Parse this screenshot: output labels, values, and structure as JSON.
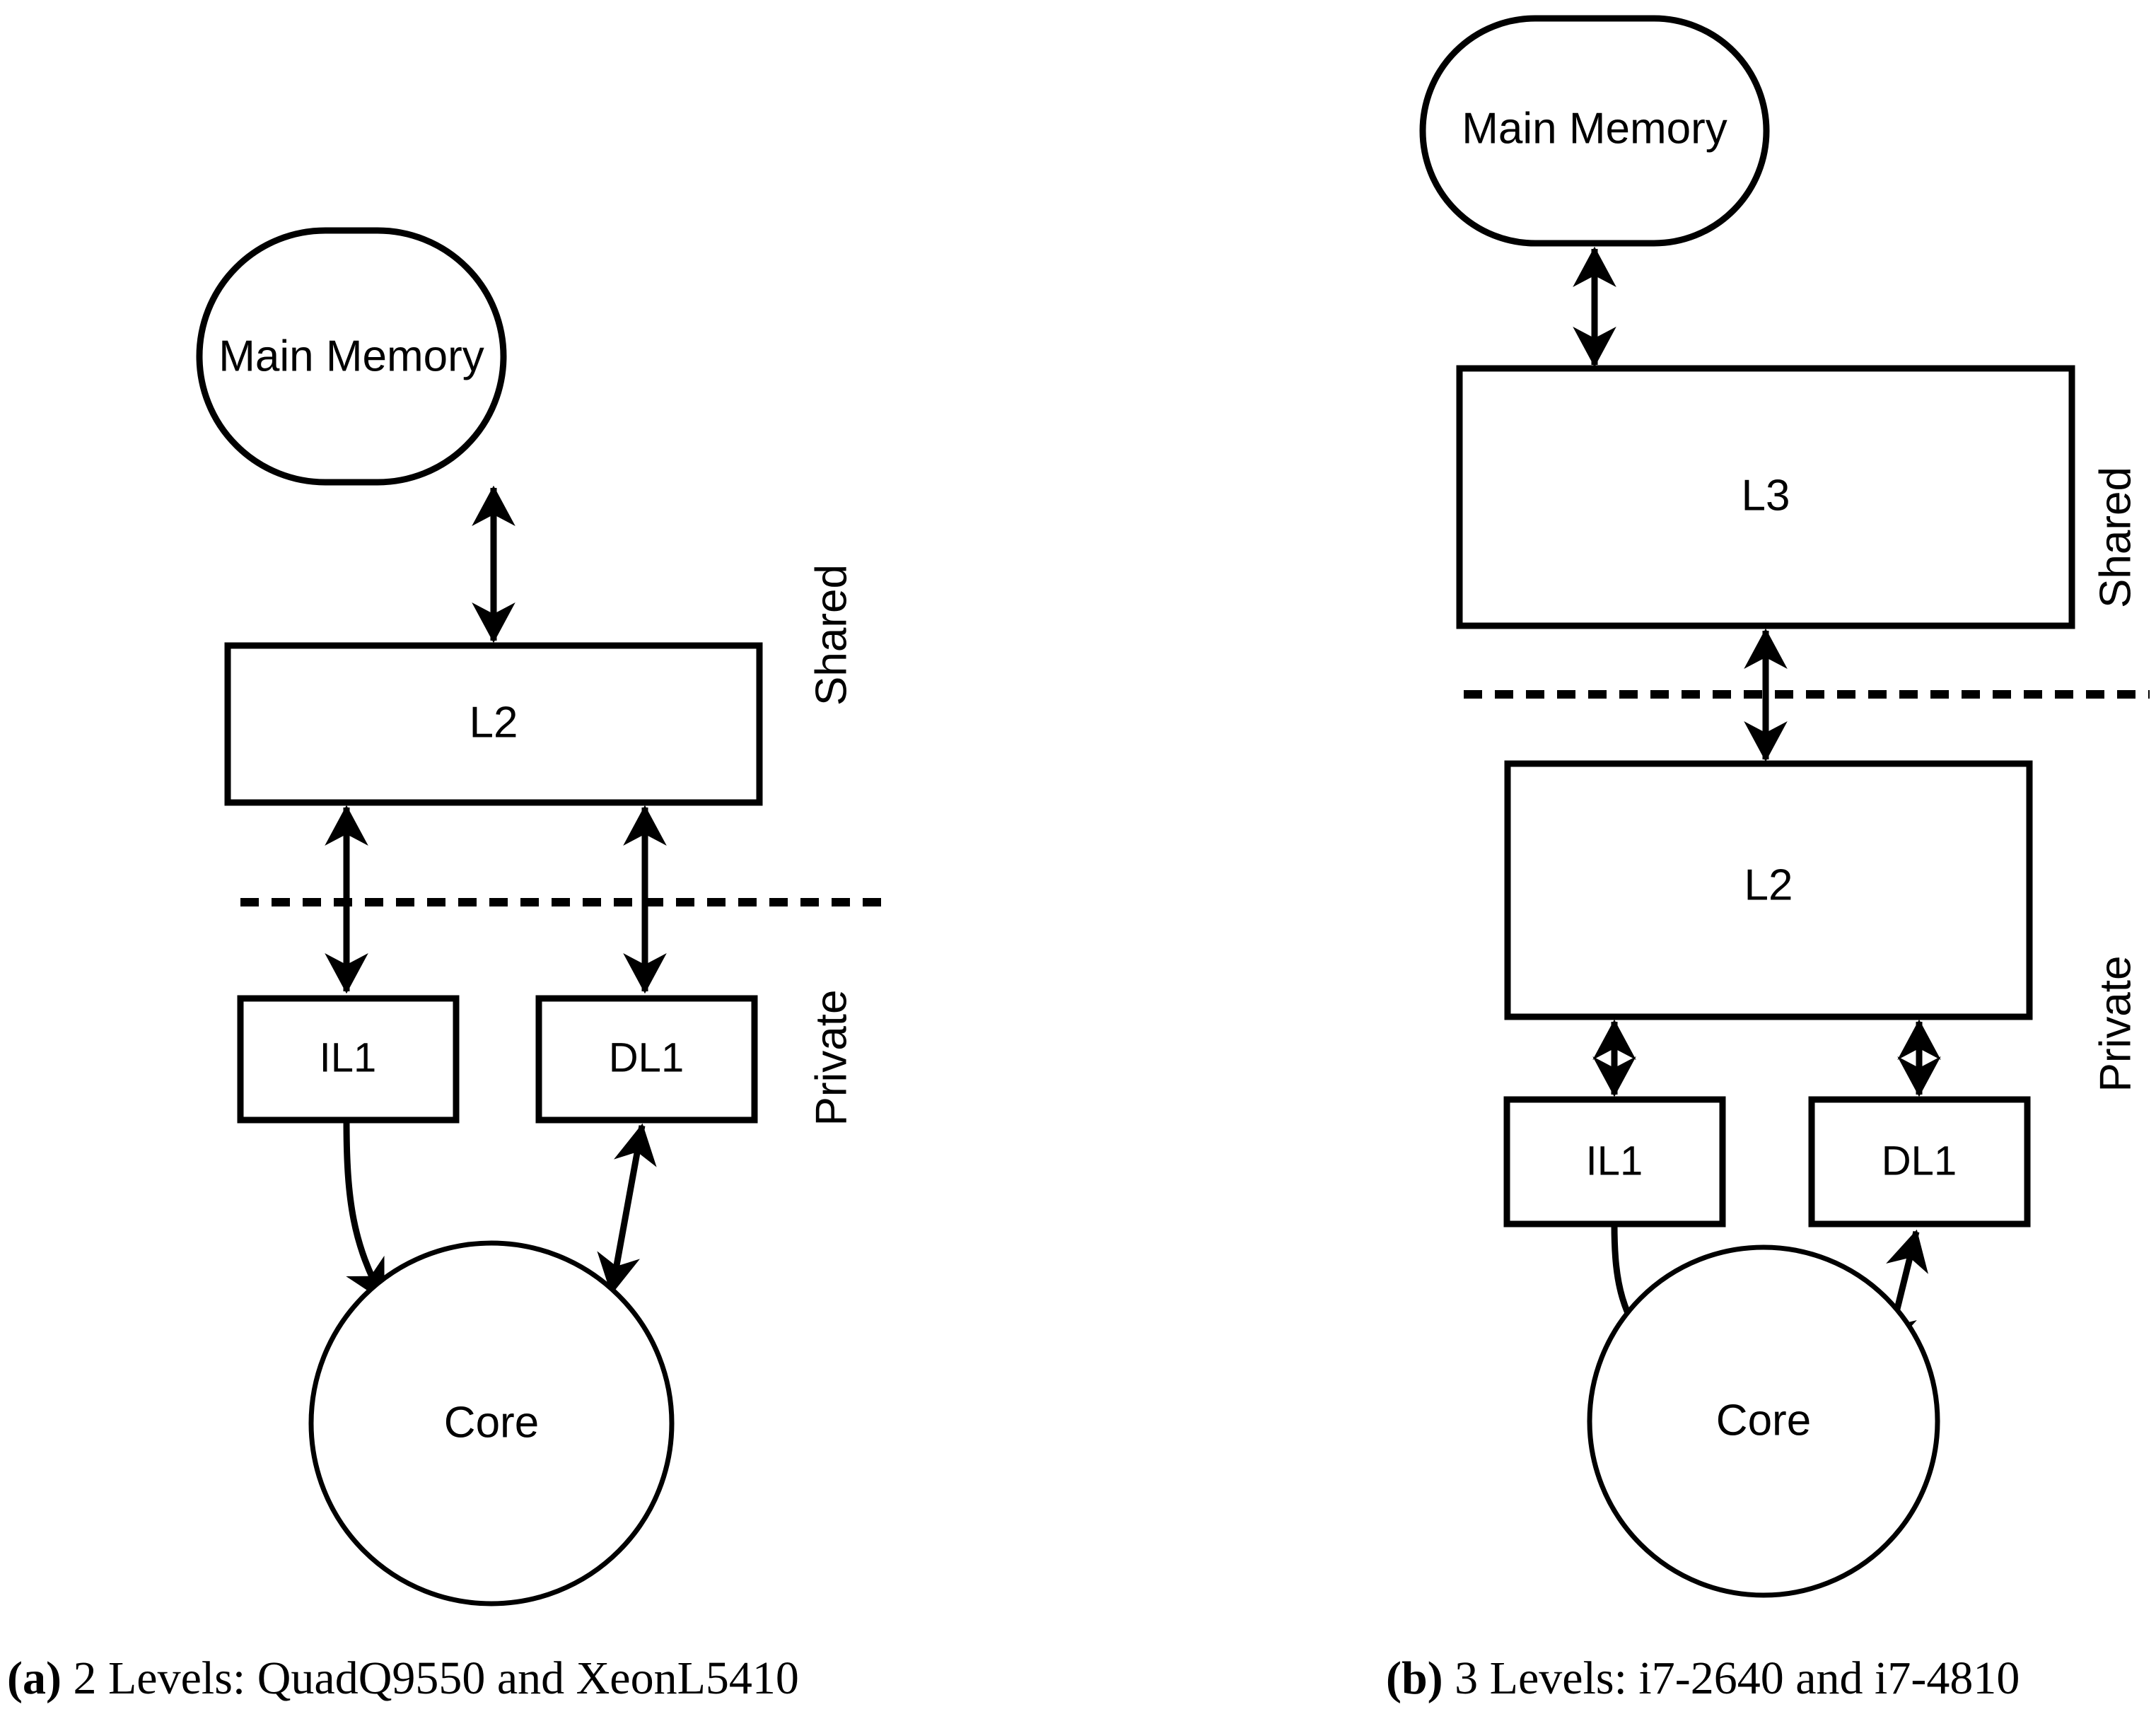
{
  "figure": {
    "type": "diagram",
    "subtype": "cache-hierarchy-block-diagram",
    "background": "#ffffff",
    "stroke_color": "#000000"
  },
  "panels": [
    {
      "id": "panel-a",
      "caption_tag": "(a)",
      "caption_text": " 2 Levels: QuadQ9550 and XeonL5410",
      "divider": {
        "label_above": "Shared",
        "label_below": "Private"
      },
      "nodes": [
        {
          "key": "main_memory",
          "label": "Main Memory",
          "shape": "stadium"
        },
        {
          "key": "l2",
          "label": "L2",
          "shape": "rect"
        },
        {
          "key": "il1",
          "label": "IL1",
          "shape": "rect"
        },
        {
          "key": "dl1",
          "label": "DL1",
          "shape": "rect"
        },
        {
          "key": "core",
          "label": "Core",
          "shape": "circle"
        }
      ],
      "edges": [
        {
          "from": "main_memory",
          "to": "l2",
          "arrow": "double"
        },
        {
          "from": "l2",
          "to": "il1",
          "arrow": "double"
        },
        {
          "from": "l2",
          "to": "dl1",
          "arrow": "double"
        },
        {
          "from": "il1",
          "to": "core",
          "arrow": "single"
        },
        {
          "from": "dl1",
          "to": "core",
          "arrow": "double"
        }
      ]
    },
    {
      "id": "panel-b",
      "caption_tag": "(b)",
      "caption_text": " 3 Levels: i7-2640 and i7-4810",
      "divider": {
        "label_above": "Shared",
        "label_below": "Private"
      },
      "nodes": [
        {
          "key": "main_memory",
          "label": "Main Memory",
          "shape": "stadium"
        },
        {
          "key": "l3",
          "label": "L3",
          "shape": "rect"
        },
        {
          "key": "l2",
          "label": "L2",
          "shape": "rect"
        },
        {
          "key": "il1",
          "label": "IL1",
          "shape": "rect"
        },
        {
          "key": "dl1",
          "label": "DL1",
          "shape": "rect"
        },
        {
          "key": "core",
          "label": "Core",
          "shape": "circle"
        }
      ],
      "edges": [
        {
          "from": "main_memory",
          "to": "l3",
          "arrow": "double"
        },
        {
          "from": "l3",
          "to": "l2",
          "arrow": "double"
        },
        {
          "from": "l2",
          "to": "il1",
          "arrow": "double"
        },
        {
          "from": "l2",
          "to": "dl1",
          "arrow": "double"
        },
        {
          "from": "il1",
          "to": "core",
          "arrow": "single"
        },
        {
          "from": "dl1",
          "to": "core",
          "arrow": "double"
        }
      ]
    }
  ],
  "panel_a": {
    "main_memory_label": "Main Memory",
    "l2_label": "L2",
    "il1_label": "IL1",
    "dl1_label": "DL1",
    "core_label": "Core",
    "shared_label": "Shared",
    "private_label": "Private",
    "caption_tag": "(a)",
    "caption_text": " 2 Levels: QuadQ9550 and XeonL5410"
  },
  "panel_b": {
    "main_memory_label": "Main Memory",
    "l3_label": "L3",
    "l2_label": "L2",
    "il1_label": "IL1",
    "dl1_label": "DL1",
    "core_label": "Core",
    "shared_label": "Shared",
    "private_label": "Private",
    "caption_tag": "(b)",
    "caption_text": " 3 Levels: i7-2640 and i7-4810"
  }
}
